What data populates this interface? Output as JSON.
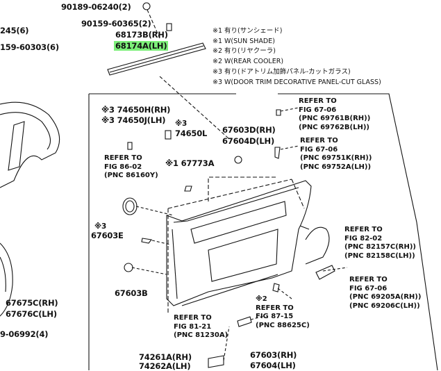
{
  "legend": [
    "※1 有り(サンシェード)",
    "※1 W(SUN SHADE)",
    "※2 有り(リヤクーラ)",
    "※2 W(REAR COOLER)",
    "※3 有り(ドアトリム加飾パネル-カットガラス)",
    "※3 W(DOOR TRIM DECORATIVE PANEL-CUT GLASS)"
  ],
  "parts": {
    "p90189": "90189-06240(2)",
    "p90159": "90159-60365(2)",
    "p68173b": "68173B(RH)",
    "p68174a": "68174A(LH)",
    "left_245": "245(6)",
    "left_159": "159-60303(6)",
    "p74650h": "※3 74650H(RH)",
    "p74650j": "※3 74650J(LH)",
    "p74650l_mark": "※3",
    "p74650l": "74650L",
    "p67603d": "67603D(RH)",
    "p67604d": "67604D(LH)",
    "p67773a": "※1 67773A",
    "p67603e_mark": "※3",
    "p67603e": "67603E",
    "p67603b": "67603B",
    "p67675c": "67675C(RH)",
    "p67676c": "67676C(LH)",
    "p9_06992": "9-06992(4)",
    "p74261a": "74261A(RH)",
    "p74262a": "74262A(LH)",
    "p67603": "67603(RH)",
    "p67604": "67604(LH)"
  },
  "refs": {
    "r1": "REFER TO\nFIG 67-06\n(PNC 69761B(RH))\n(PNC 69762B(LH))",
    "r2": "REFER TO\nFIG 67-06\n(PNC 69751K(RH))\n(PNC 69752A(LH))",
    "r3": "REFER TO\nFIG 86-02\n(PNC 86160Y)",
    "r4": "REFER TO\nFIG 82-02\n(PNC 82157C(RH))\n(PNC 82158C(LH))",
    "r5": "REFER TO\nFIG 67-06\n(PNC 69205A(RH))\n(PNC 69206C(LH))",
    "r6": "※2\nREFER TO\nFIG 87-15\n(PNC 88625C)",
    "r7": "REFER TO\nFIG 81-21\n(PNC 81230A)"
  }
}
